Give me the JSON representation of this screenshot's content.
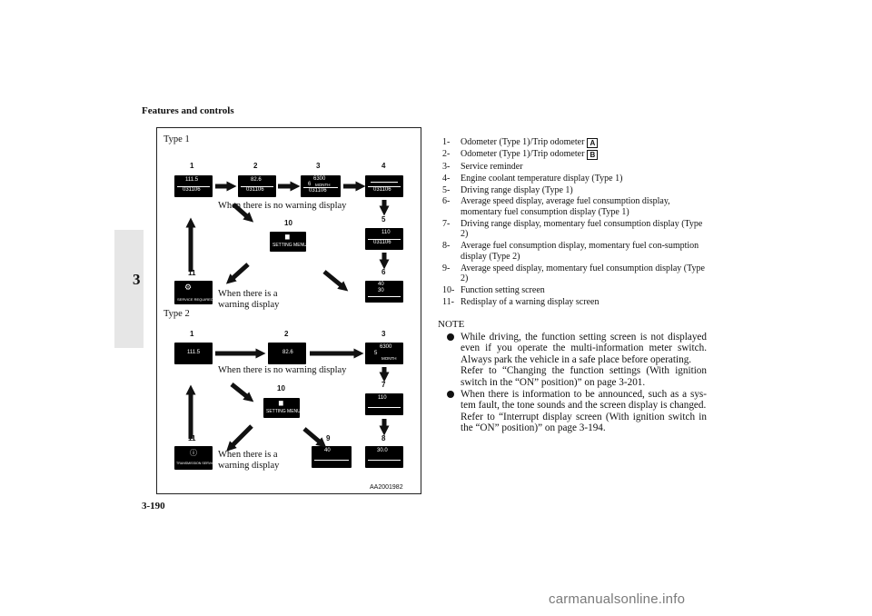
{
  "page": {
    "header": "Features and controls",
    "page_number": "3-190",
    "section_tab": "3",
    "watermark": "carmanualsonline.info"
  },
  "figure": {
    "type1_label": "Type 1",
    "type2_label": "Type 2",
    "t1_no_warning": "When there is no warning display",
    "t1_warning_1": "When there is a",
    "t1_warning_2": "warning display",
    "t2_no_warning": "When there is no warning display",
    "t2_warning_1": "When there is a",
    "t2_warning_2": "warning display",
    "code": "AA2001982",
    "callouts": {
      "t1": [
        "1",
        "2",
        "3",
        "4",
        "10",
        "5",
        "11",
        "6"
      ],
      "t2": [
        "1",
        "2",
        "3",
        "10",
        "7",
        "11",
        "9",
        "8"
      ]
    },
    "screens": {
      "t1_1_top": "111.5",
      "t1_1_bottom": "031106",
      "t1_2_top": "82.6",
      "t1_2_bottom": "031106",
      "t1_3_top": "6300",
      "t1_3_mid": "6",
      "t1_3_unit": "MONTH",
      "t1_3_bottom": "031106",
      "t1_4_bottom": "031106",
      "t1_5_top": "110",
      "t1_5_bottom": "031106",
      "t1_6_top": "40",
      "t1_6_mid": "30",
      "t1_10": "SETTING MENU",
      "t1_11": "SERVICE REQUIRED",
      "t2_1": "111.5",
      "t2_2": "82.6",
      "t2_3_top": "6300",
      "t2_3_mid": "5",
      "t2_3_unit": "MONTH",
      "t2_7": "110",
      "t2_10": "SETTING MENU",
      "t2_11": "TRANSMISSION SERVICE REQUIRED",
      "t2_9": "40",
      "t2_8": "30.0"
    }
  },
  "list": [
    {
      "num": "1-",
      "text": "Odometer (Type 1)/Trip odometer",
      "key": "A"
    },
    {
      "num": "2-",
      "text": "Odometer (Type 1)/Trip odometer",
      "key": "B"
    },
    {
      "num": "3-",
      "text": "Service reminder"
    },
    {
      "num": "4-",
      "text": "Engine coolant temperature display (Type 1)"
    },
    {
      "num": "5-",
      "text": "Driving range display (Type 1)"
    },
    {
      "num": "6-",
      "text": "Average speed display, average fuel consumption display, momentary fuel consumption display (Type 1)"
    },
    {
      "num": "7-",
      "text": "Driving range display, momentary fuel consumption display (Type 2)"
    },
    {
      "num": "8-",
      "text": "Average fuel consumption display, momentary fuel con-sumption display (Type 2)"
    },
    {
      "num": "9-",
      "text": "Average speed display, momentary fuel consumption display (Type 2)"
    },
    {
      "num": "10-",
      "text": "Function setting screen"
    },
    {
      "num": "11-",
      "text": "Redisplay of a warning display screen"
    }
  ],
  "note": {
    "title": "NOTE",
    "b1_p1": "While driving, the function setting screen is not displayed even if you operate the multi-information meter switch. Always park the vehicle in a safe place before operating.",
    "b1_p2": "Refer to “Changing the function settings (With ignition switch in the “ON” position)” on page 3-201.",
    "b2_p1": "When there is information to be announced, such as a sys-tem fault, the tone sounds and the screen display is changed.",
    "b2_p2": "Refer to “Interrupt display screen (With ignition switch in the “ON” position)” on page 3-194."
  }
}
